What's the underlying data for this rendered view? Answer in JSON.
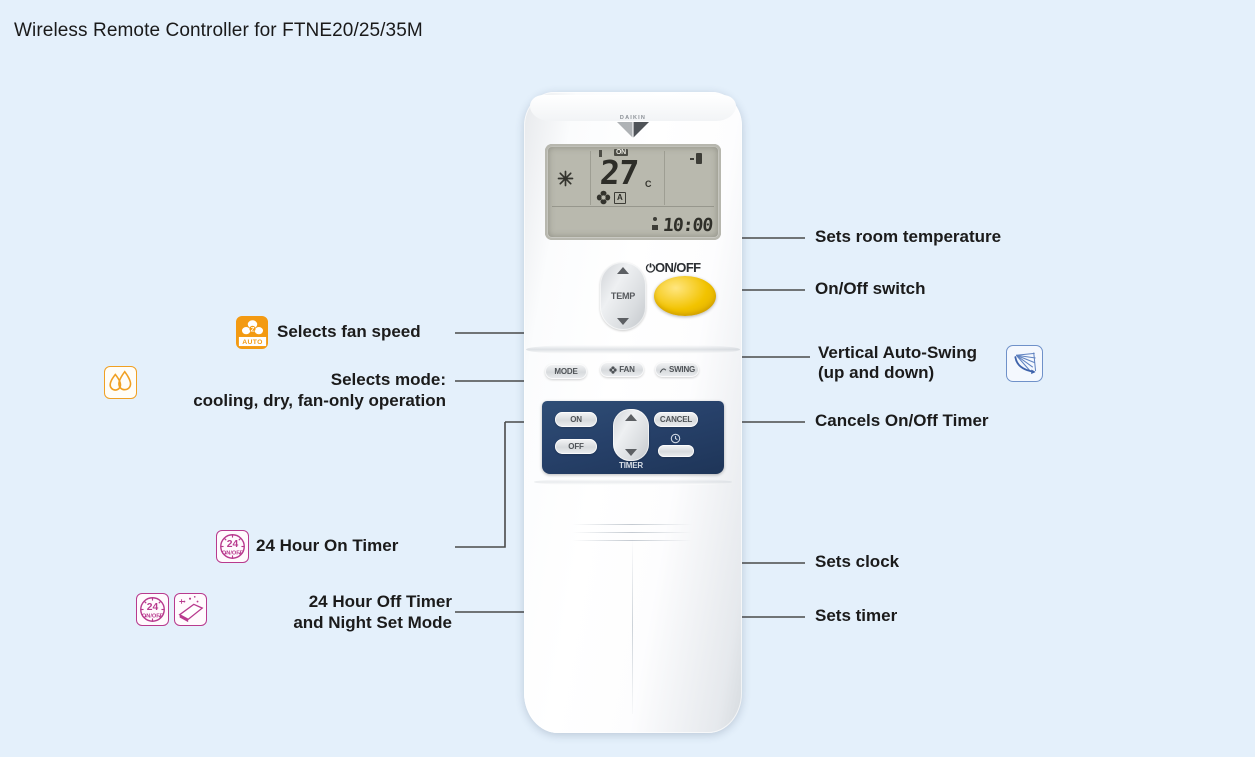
{
  "page": {
    "title": "Wireless Remote Controller for FTNE20/25/35M",
    "background_color": "#e4f0fb"
  },
  "remote": {
    "brand": "DAIKIN",
    "lcd": {
      "temperature": "27",
      "temperature_unit": "C",
      "mode_indicator": "snowflake-cooling",
      "onoff_tag": "ON",
      "fan_mode": "A",
      "clock": "10:00",
      "battery_indicator": "battery-icon"
    },
    "buttons": {
      "temp_label": "TEMP",
      "onoff_label": "ON/OFF",
      "mode_label": "MODE",
      "fan_label": "FAN",
      "swing_label": "SWING",
      "timer_on_label": "ON",
      "timer_off_label": "OFF",
      "timer_label": "TIMER",
      "cancel_label": "CANCEL",
      "clock_set_label": ""
    }
  },
  "annotations": {
    "left": [
      {
        "id": "fan-speed",
        "text": "Selects fan speed",
        "icon": "fan-auto-icon",
        "icon_color": "#f39a12"
      },
      {
        "id": "mode",
        "line1": "Selects mode:",
        "line2": "cooling, dry, fan-only operation",
        "icon": "water-droplets-dry-icon",
        "icon_color": "#f0a022"
      },
      {
        "id": "timer-on-24h",
        "text": "24 Hour On Timer",
        "icon": "clock-24-onoff-icon",
        "icon_color": "#b83a8e"
      },
      {
        "id": "timer-off-24h",
        "line1": "24 Hour Off Timer",
        "line2": "and Night Set Mode",
        "icon": "clock-24-onoff-icon",
        "icon2": "night-set-mode-icon",
        "icon_color": "#b83a8e"
      }
    ],
    "right": [
      {
        "id": "set-room-temp",
        "text": "Sets room temperature"
      },
      {
        "id": "onoff-switch",
        "text": "On/Off switch"
      },
      {
        "id": "vertical-auto-swing",
        "line1": "Vertical Auto-Swing",
        "line2": "(up and down)",
        "icon": "vertical-swing-icon",
        "icon_color": "#6f91c9"
      },
      {
        "id": "cancel-timer",
        "text": "Cancels On/Off Timer"
      },
      {
        "id": "sets-clock",
        "text": "Sets clock"
      },
      {
        "id": "sets-timer",
        "text": "Sets timer"
      }
    ]
  }
}
